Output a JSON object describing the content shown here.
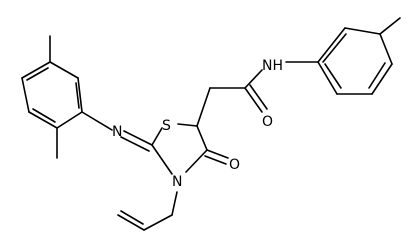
{
  "molecule": {
    "atoms": {
      "sulfur": "S",
      "imine_nitrogen": "N",
      "ring_nitrogen": "N",
      "carbonyl_oxygen_ring": "O",
      "carbonyl_oxygen_amide": "O",
      "amide_nh": "NH"
    },
    "colors": {
      "bond": "#000000",
      "label": "#000000",
      "background": "#ffffff"
    }
  }
}
